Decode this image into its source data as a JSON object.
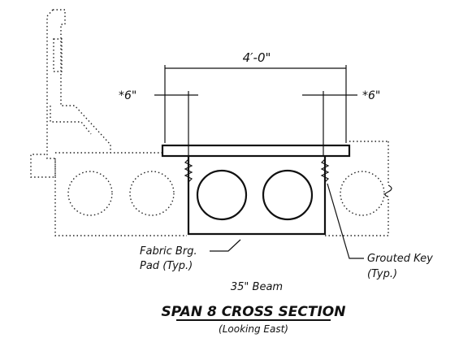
{
  "drawing": {
    "dim_top": "4′-0\"",
    "dim_left": "*6\"",
    "dim_right": "*6\"",
    "label_pad_line1": "Fabric Brg.",
    "label_pad_line2": "Pad (Typ.)",
    "label_key_line1": "Grouted Key",
    "label_key_line2": "(Typ.)",
    "beam_label": "35\" Beam",
    "title": "SPAN 8 CROSS SECTION",
    "subtitle": "(Looking East)"
  }
}
